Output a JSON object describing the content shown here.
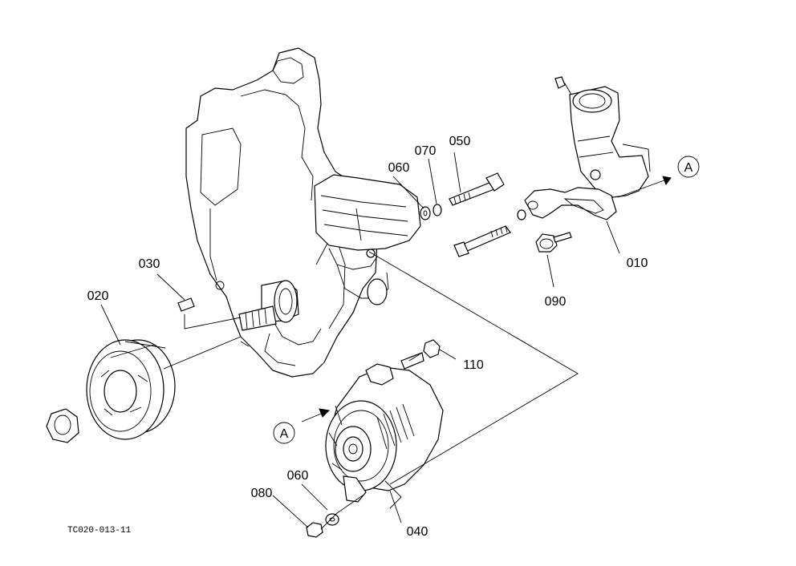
{
  "diagram": {
    "figure_code": "TC020-013-11",
    "part_labels": {
      "p010": "010",
      "p020": "020",
      "p030": "030",
      "p040": "040",
      "p050": "050",
      "p060_upper": "060",
      "p060_lower": "060",
      "p070": "070",
      "p080": "080",
      "p090": "090",
      "p110": "110"
    },
    "reference_markers": {
      "upper": "A",
      "lower": "A"
    }
  }
}
